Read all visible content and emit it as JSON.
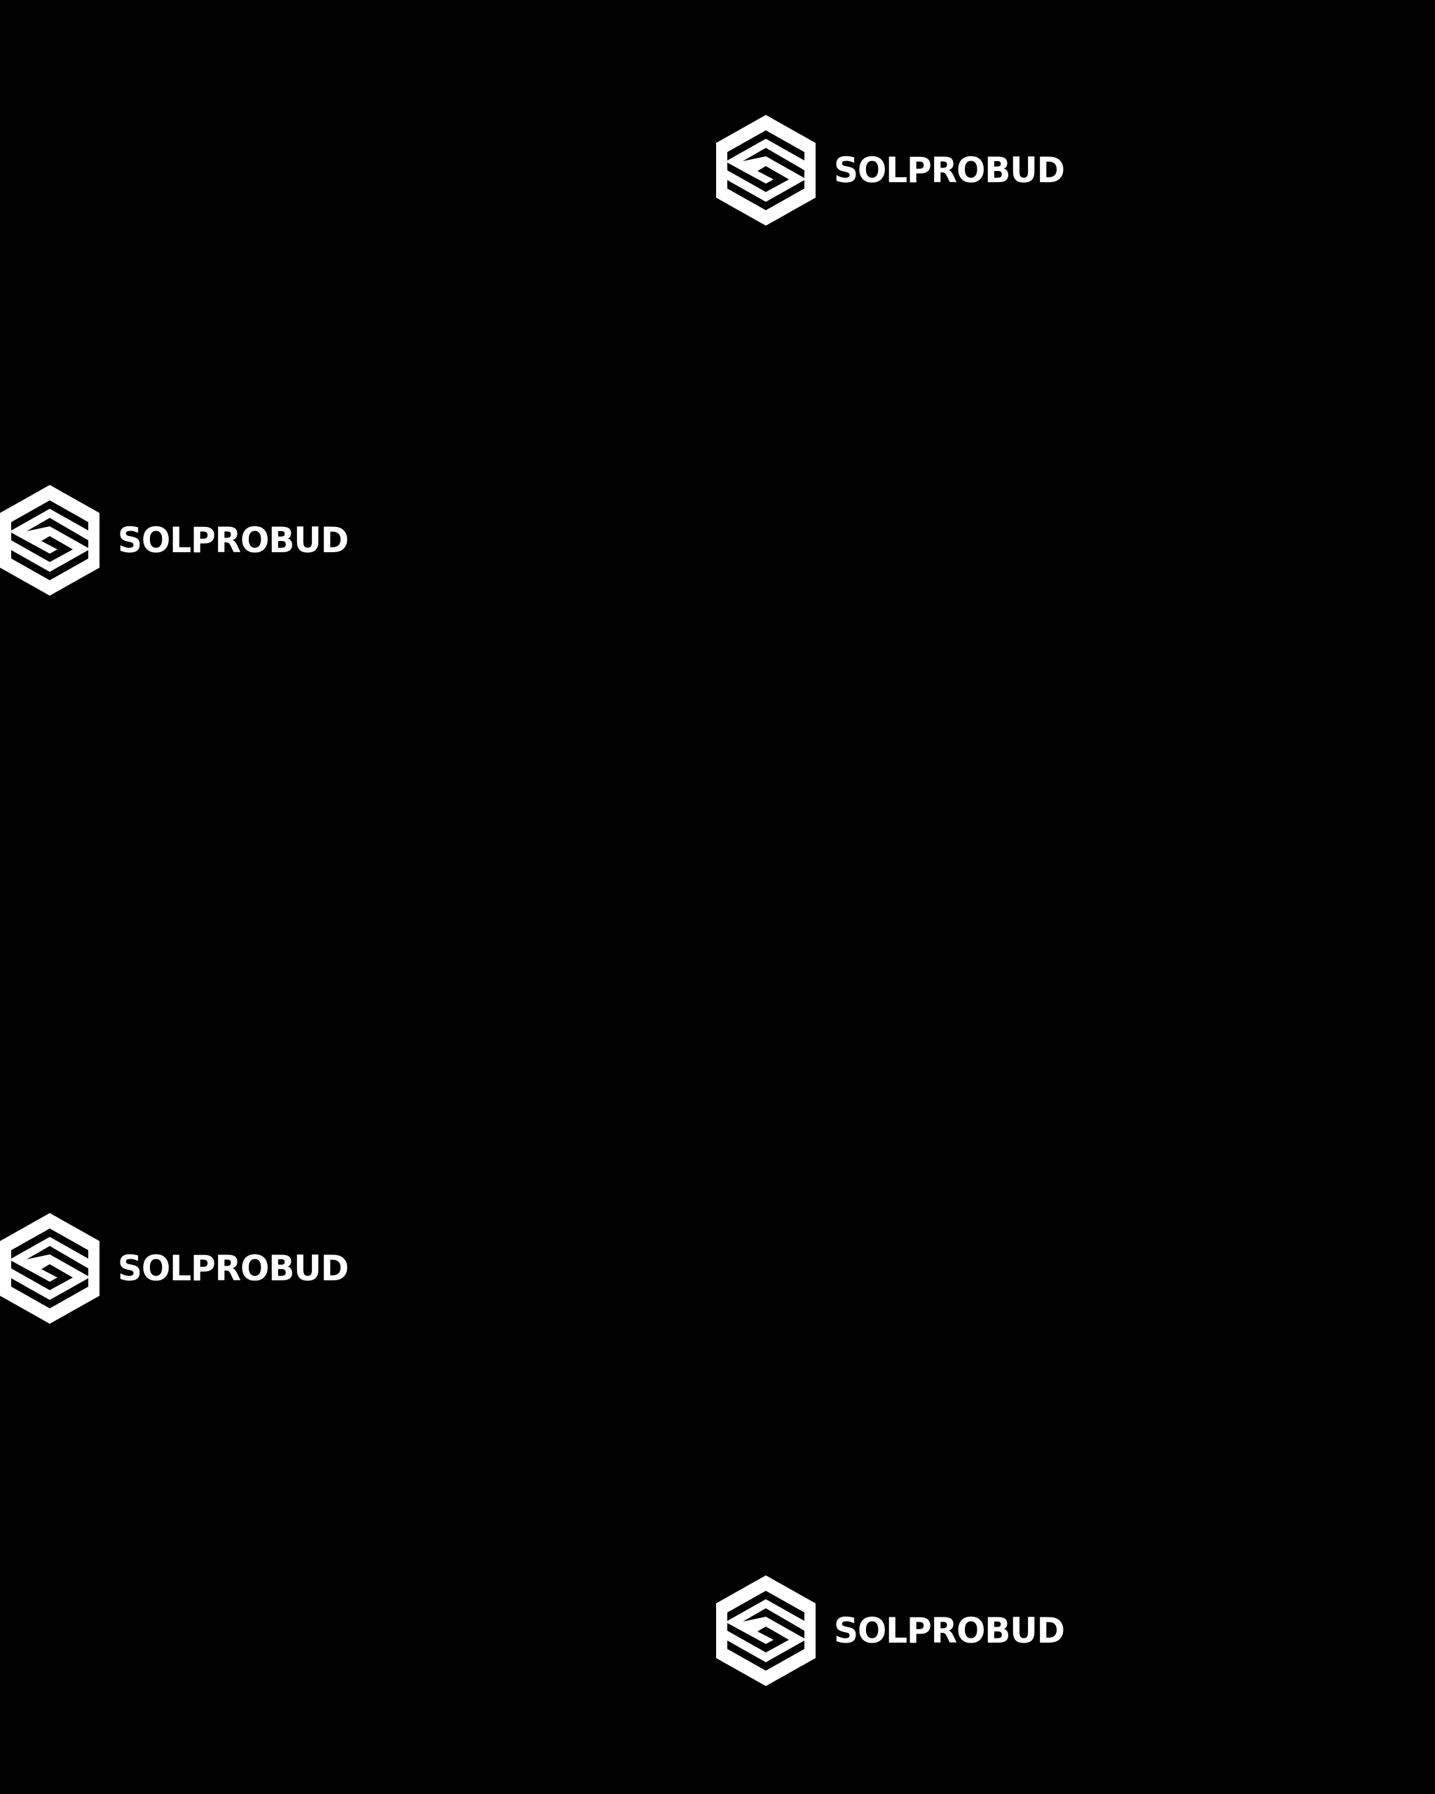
{
  "background_color": "#000000",
  "brand": {
    "name": "SOLPROBUD",
    "mark_icon": "hexagon-s-logo-icon",
    "color": "#ffffff"
  },
  "logos": [
    {
      "text": "SOLPROBUD",
      "position": "top-right-center"
    },
    {
      "text": "SOLPROBUD",
      "position": "left-upper"
    },
    {
      "text": "SOLPROBUD",
      "position": "left-lower"
    },
    {
      "text": "SOLPROBUD",
      "position": "bottom-right-center"
    }
  ]
}
